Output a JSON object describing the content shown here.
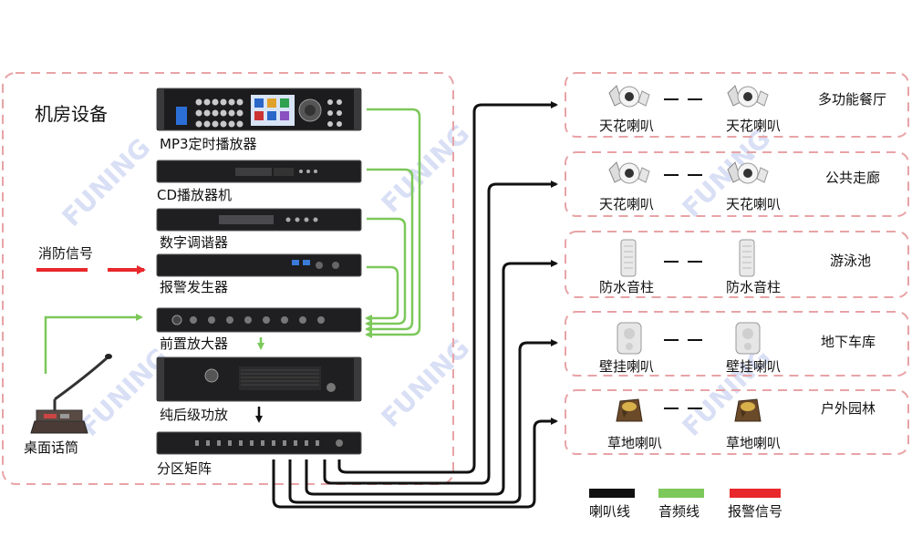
{
  "machine_room": {
    "title": "机房设备",
    "devices": [
      {
        "label": "MP3定时播放器"
      },
      {
        "label": "CD播放器机"
      },
      {
        "label": "数字调谐器"
      },
      {
        "label": "报警发生器"
      },
      {
        "label": "前置放大器"
      },
      {
        "label": "纯后级功放"
      },
      {
        "label": "分区矩阵"
      }
    ],
    "fire_signal_label": "消防信号",
    "microphone_label": "桌面话筒",
    "brand_mark": "FUNING"
  },
  "zones": [
    {
      "name": "多功能餐厅",
      "left_label": "天花喇叭",
      "right_label": "天花喇叭",
      "speaker_icon": "ceiling-speaker-icon"
    },
    {
      "name": "公共走廊",
      "left_label": "天花喇叭",
      "right_label": "天花喇叭",
      "speaker_icon": "ceiling-speaker-icon"
    },
    {
      "name": "游泳池",
      "left_label": "防水音柱",
      "right_label": "防水音柱",
      "speaker_icon": "column-speaker-icon"
    },
    {
      "name": "地下车库",
      "left_label": "壁挂喇叭",
      "right_label": "壁挂喇叭",
      "speaker_icon": "wall-speaker-icon"
    },
    {
      "name": "户外园林",
      "left_label": "草地喇叭",
      "right_label": "草地喇叭",
      "speaker_icon": "lawn-speaker-icon"
    }
  ],
  "legend": [
    {
      "label": "喇叭线",
      "color": "#111111"
    },
    {
      "label": "音频线",
      "color": "#7cc85a"
    },
    {
      "label": "报警信号",
      "color": "#e8282b"
    }
  ],
  "watermark": "FUNING",
  "colors": {
    "border_dash": "#e8a3a6",
    "speaker_line": "#111111",
    "audio_line": "#7cc85a",
    "alarm": "#e8282b"
  }
}
